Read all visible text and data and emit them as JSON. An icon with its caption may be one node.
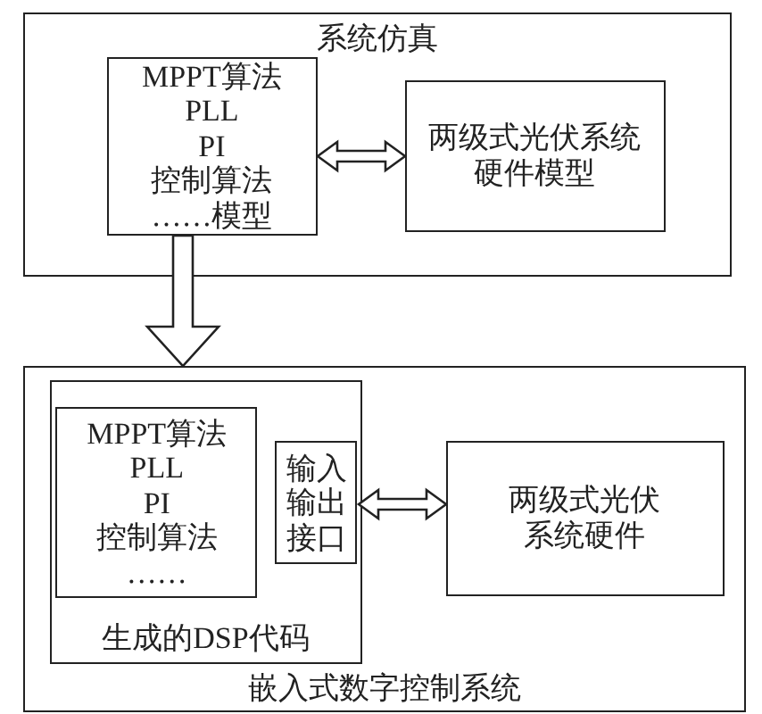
{
  "diagram": {
    "nodes": [
      {
        "text": [
          "系统仿真"
        ]
      },
      {
        "text": [
          "MPPT算法 PLL PI 控制算法 ……模型"
        ],
        "in": 0
      },
      {
        "text": [
          "两级式光伏系统硬件模型"
        ],
        "in": 0
      },
      {
        "text": [
          "嵌入式数字控制系统"
        ]
      },
      {
        "text": [
          "生成的DSP代码"
        ],
        "in": 3
      },
      {
        "text": [
          "MPPT算法 PLL PI 控制算法 ……"
        ],
        "in": 4
      },
      {
        "text": [
          "输入输出接口"
        ],
        "in": 4
      },
      {
        "text": [
          "两级式光伏系统硬件"
        ],
        "in": 3
      }
    ],
    "edges": [
      {
        "from": 1,
        "to": 2,
        "arrow": "both"
      },
      {
        "from": 1,
        "to": 3,
        "arrow": "to"
      },
      {
        "from": 6,
        "to": 7,
        "arrow": "both"
      }
    ]
  }
}
